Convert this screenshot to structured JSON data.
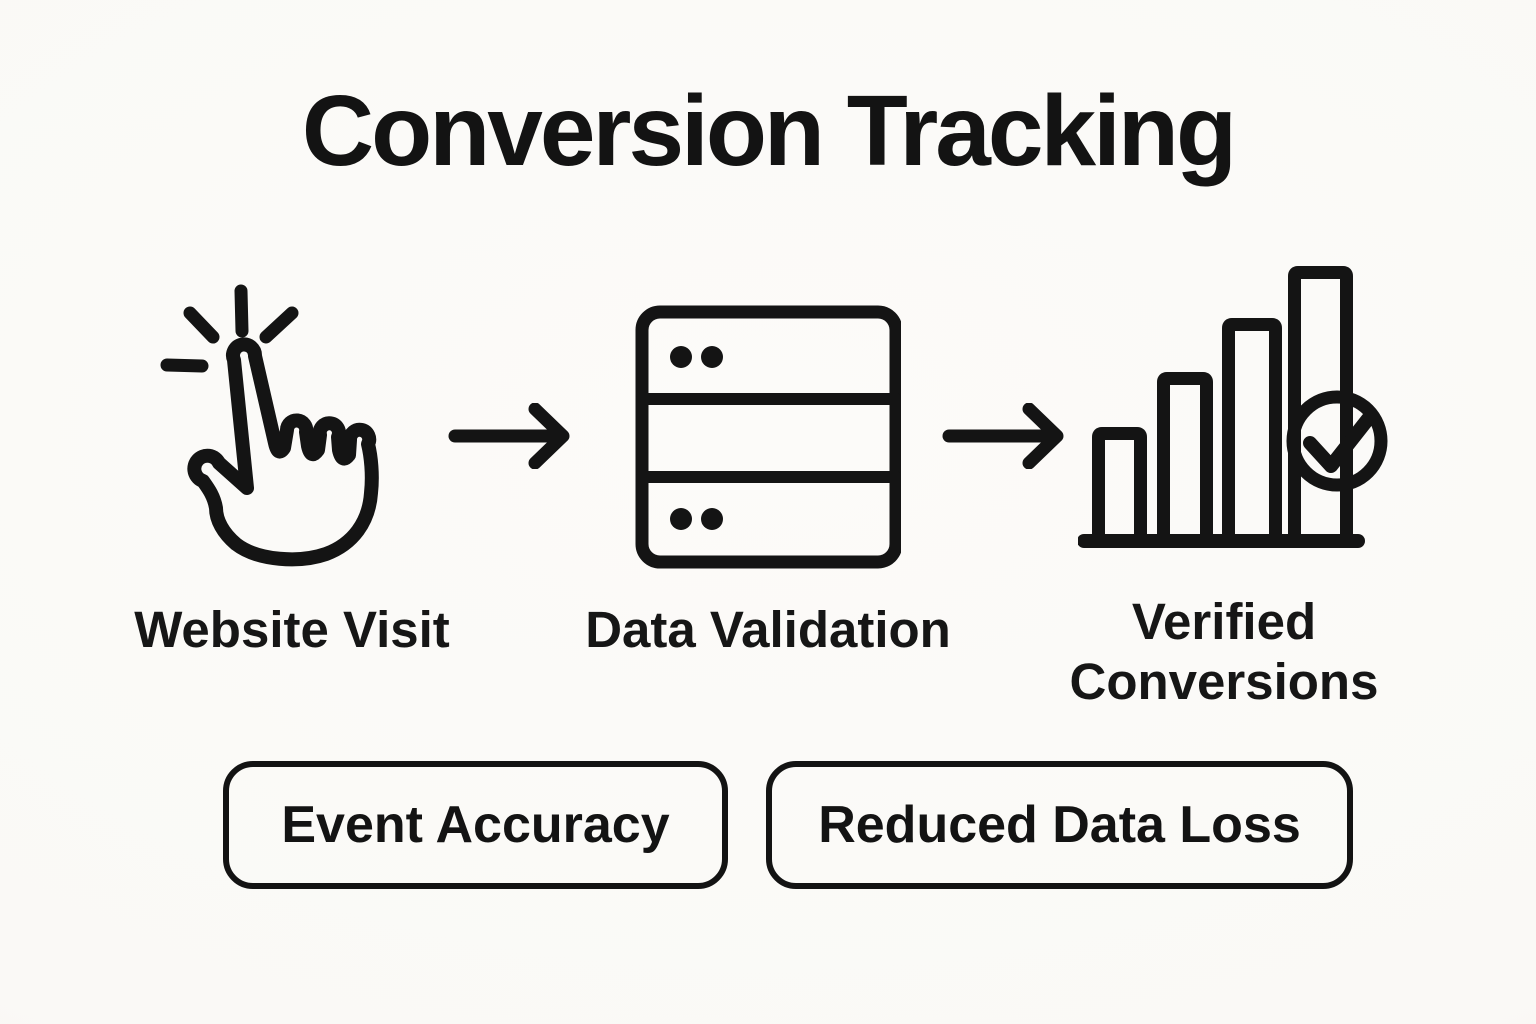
{
  "title": "Conversion Tracking",
  "flow": {
    "steps": [
      {
        "icon": "click-cursor-icon",
        "label": "Website Visit"
      },
      {
        "icon": "server-database-icon",
        "label": "Data Validation"
      },
      {
        "icon": "bar-chart-check-icon",
        "label": "Verified Conversions"
      }
    ],
    "connector_icon": "arrow-right-icon"
  },
  "benefit_badges": [
    {
      "label": "Event Accuracy"
    },
    {
      "label": "Reduced Data Loss"
    }
  ],
  "colors": {
    "ink": "#141414",
    "background": "#faf9f6"
  }
}
